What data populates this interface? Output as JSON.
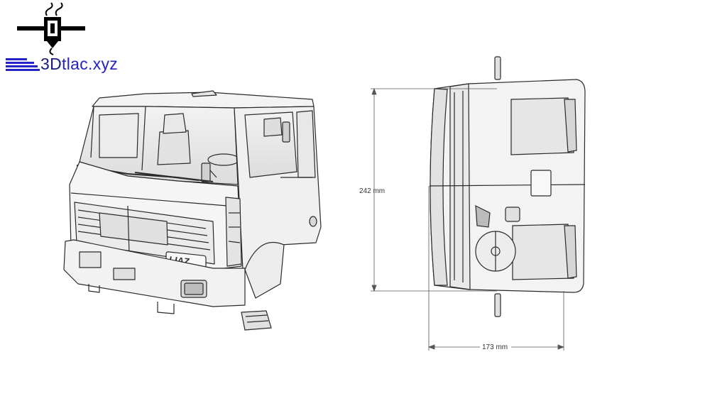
{
  "logo": {
    "icon": "3d-printer-icon",
    "text_prefix": "3D",
    "text_suffix": "tlac.xyz",
    "text_color": "#2323c8"
  },
  "views": {
    "perspective": {
      "subject": "truck cab",
      "badge": "LIAZ"
    },
    "top": {}
  },
  "dimensions": {
    "height_label": "242 mm",
    "width_label": "173 mm"
  }
}
